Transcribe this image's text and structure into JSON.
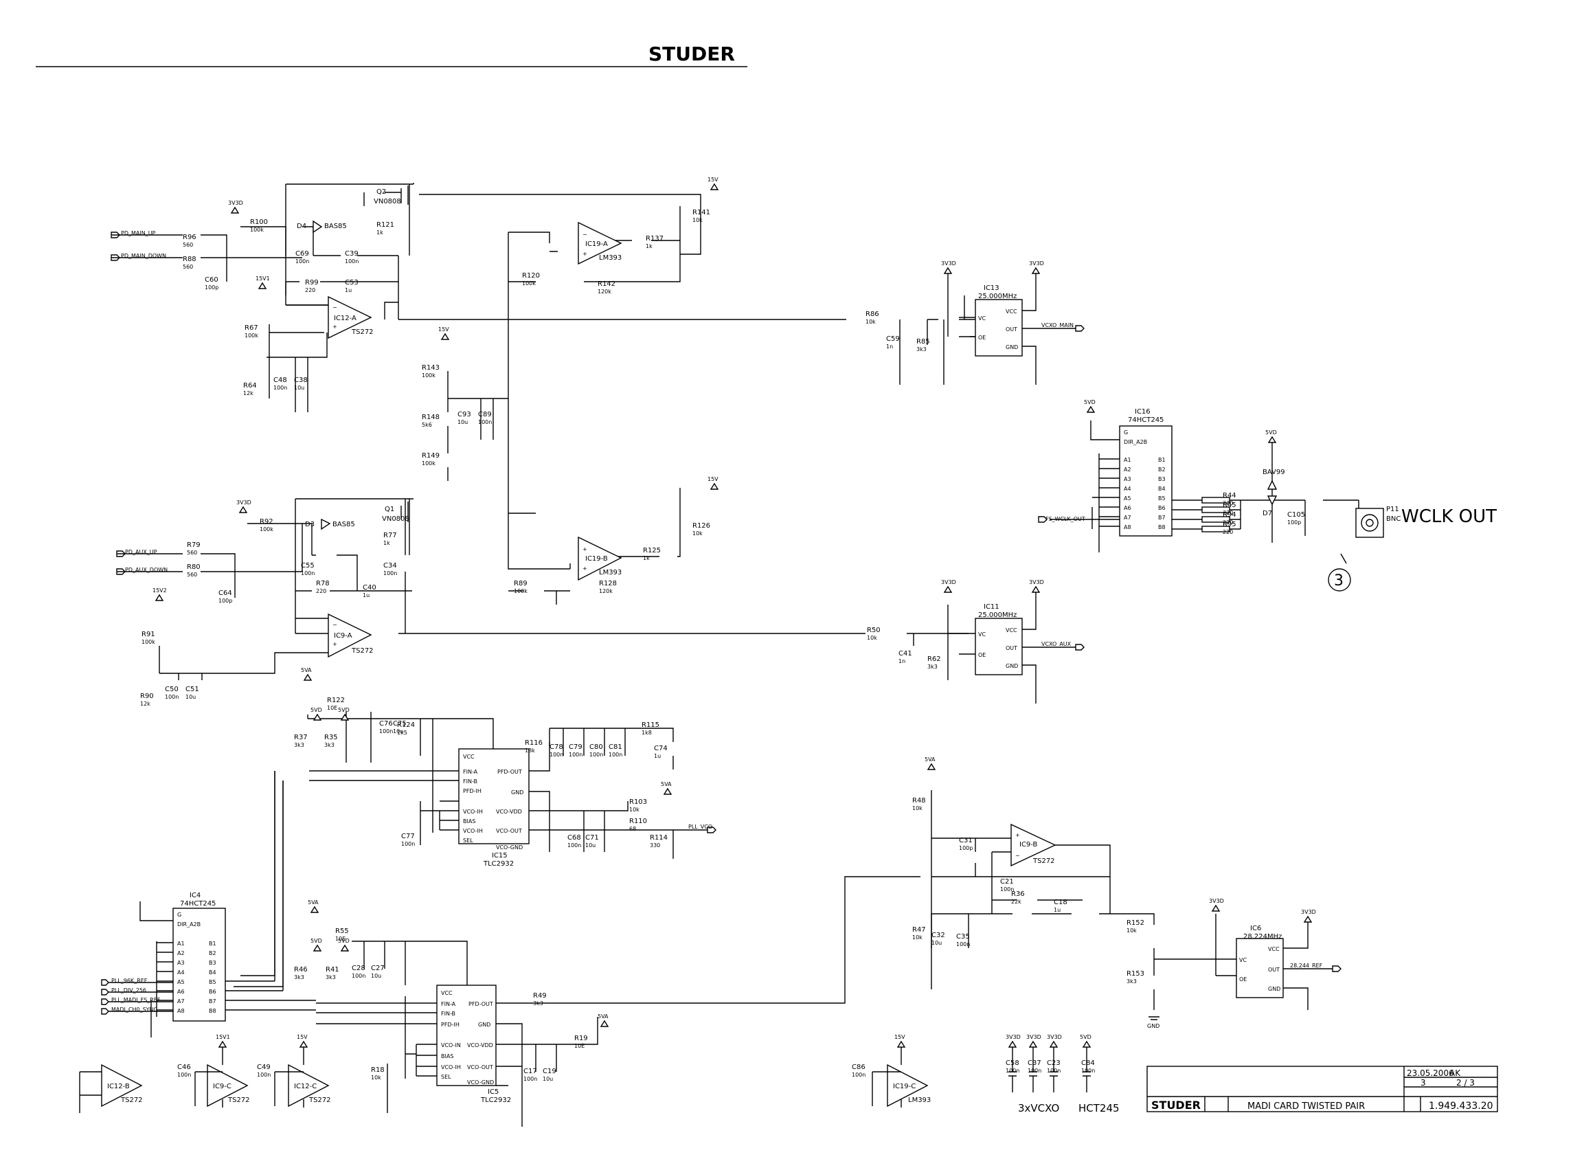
{
  "header": {
    "brand": "STUDER"
  },
  "opamps": [
    {
      "ref": "IC19-A",
      "type": "LM393"
    },
    {
      "ref": "IC12-A",
      "type": "TS272"
    },
    {
      "ref": "IC19-B",
      "type": "LM393"
    },
    {
      "ref": "IC9-A",
      "type": "TS272"
    },
    {
      "ref": "IC9-B",
      "type": "TS272"
    },
    {
      "ref": "IC12-B",
      "type": "TS272"
    },
    {
      "ref": "IC9-C",
      "type": "TS272"
    },
    {
      "ref": "IC12-C",
      "type": "TS272"
    },
    {
      "ref": "IC19-C",
      "type": "LM393"
    }
  ],
  "oscillators": [
    {
      "ref": "IC13",
      "freq": "25.000MHz",
      "pins": [
        "VC",
        "OE",
        "VCC",
        "OUT",
        "GND"
      ],
      "net": "VCXO_MAIN"
    },
    {
      "ref": "IC11",
      "freq": "25.000MHz",
      "pins": [
        "VC",
        "OE",
        "VCC",
        "OUT",
        "GND"
      ],
      "net": "VCXO_AUX"
    },
    {
      "ref": "IC6",
      "freq": "28.224MHz",
      "pins": [
        "VC",
        "OE",
        "VCC",
        "OUT",
        "GND"
      ],
      "net": "28.244_REF"
    }
  ],
  "pll_chips": [
    {
      "ref": "IC15",
      "type": "TLC2932",
      "left": [
        "VCC",
        "FIN-A",
        "FIN-B",
        "PFD-IH",
        "VCO-IH",
        "BIAS",
        "VCO-IH",
        "SEL"
      ],
      "right": [
        "PFD-OUT",
        "GND",
        "VCO-VDD",
        "VCO-OUT",
        "VCO-GND"
      ]
    },
    {
      "ref": "IC5",
      "type": "TLC2932",
      "left": [
        "VCC",
        "FIN-A",
        "FIN-B",
        "PFD-IH",
        "VCO-IN",
        "BIAS",
        "VCO-IH",
        "SEL"
      ],
      "right": [
        "PFD-OUT",
        "GND",
        "VCO-VDD",
        "VCO-OUT",
        "VCO-GND"
      ]
    }
  ],
  "buffers": [
    {
      "ref": "IC16",
      "type": "74HCT245",
      "ctrl": [
        "G",
        "DIR_A2B"
      ],
      "a": [
        "A1",
        "A2",
        "A3",
        "A4",
        "A5",
        "A6",
        "A7",
        "A8"
      ],
      "b": [
        "B1",
        "B2",
        "B3",
        "B4",
        "B5",
        "B6",
        "B7",
        "B8"
      ]
    },
    {
      "ref": "IC4",
      "type": "74HCT245",
      "ctrl": [
        "G",
        "DIR_A2B"
      ],
      "a": [
        "A1",
        "A2",
        "A3",
        "A4",
        "A5",
        "A6",
        "A7",
        "A8"
      ],
      "b": [
        "B1",
        "B2",
        "B3",
        "B4",
        "B5",
        "B6",
        "B7",
        "B8"
      ]
    }
  ],
  "transistors": [
    {
      "ref": "Q2",
      "type": "VN0808"
    },
    {
      "ref": "Q1",
      "type": "VN0808"
    }
  ],
  "diodes": [
    {
      "ref": "D4",
      "type": "BAS85"
    },
    {
      "ref": "D3",
      "type": "BAS85"
    },
    {
      "ref": "D7",
      "type": "BAV99"
    }
  ],
  "components": [
    {
      "ref": "R96",
      "val": "560"
    },
    {
      "ref": "R88",
      "val": "560"
    },
    {
      "ref": "R100",
      "val": "100k"
    },
    {
      "ref": "C69",
      "val": "100n"
    },
    {
      "ref": "C39",
      "val": "100n"
    },
    {
      "ref": "R121",
      "val": "1k"
    },
    {
      "ref": "R99",
      "val": "220"
    },
    {
      "ref": "C53",
      "val": "1u"
    },
    {
      "ref": "C60",
      "val": "100p"
    },
    {
      "ref": "R67",
      "val": "100k"
    },
    {
      "ref": "R64",
      "val": "12k"
    },
    {
      "ref": "C48",
      "val": "100n"
    },
    {
      "ref": "C38",
      "val": "10u"
    },
    {
      "ref": "R120",
      "val": "100k"
    },
    {
      "ref": "R142",
      "val": "120k"
    },
    {
      "ref": "R137",
      "val": "1k"
    },
    {
      "ref": "R141",
      "val": "10k"
    },
    {
      "ref": "R143",
      "val": "100k"
    },
    {
      "ref": "R148",
      "val": "5k6"
    },
    {
      "ref": "C93",
      "val": "10u"
    },
    {
      "ref": "C89",
      "val": "100n"
    },
    {
      "ref": "R149",
      "val": "100k"
    },
    {
      "ref": "R86",
      "val": "10k"
    },
    {
      "ref": "C59",
      "val": "1n"
    },
    {
      "ref": "R85",
      "val": "3k3"
    },
    {
      "ref": "R92",
      "val": "100k"
    },
    {
      "ref": "R77",
      "val": "1k"
    },
    {
      "ref": "R79",
      "val": "560"
    },
    {
      "ref": "R80",
      "val": "560"
    },
    {
      "ref": "C55",
      "val": "100n"
    },
    {
      "ref": "C34",
      "val": "100n"
    },
    {
      "ref": "R78",
      "val": "220"
    },
    {
      "ref": "C40",
      "val": "1u"
    },
    {
      "ref": "C64",
      "val": "100p"
    },
    {
      "ref": "R91",
      "val": "100k"
    },
    {
      "ref": "R90",
      "val": "12k"
    },
    {
      "ref": "C50",
      "val": "100n"
    },
    {
      "ref": "C51",
      "val": "10u"
    },
    {
      "ref": "R89",
      "val": "100k"
    },
    {
      "ref": "R128",
      "val": "120k"
    },
    {
      "ref": "R125",
      "val": "1k"
    },
    {
      "ref": "R126",
      "val": "10k"
    },
    {
      "ref": "R50",
      "val": "10k"
    },
    {
      "ref": "C41",
      "val": "1n"
    },
    {
      "ref": "R62",
      "val": "3k3"
    },
    {
      "ref": "R44",
      "val": "220"
    },
    {
      "ref": "R45",
      "val": "220"
    },
    {
      "ref": "R94",
      "val": "220"
    },
    {
      "ref": "R95",
      "val": "220"
    },
    {
      "ref": "C105",
      "val": "100p"
    },
    {
      "ref": "R122",
      "val": "10E"
    },
    {
      "ref": "R37",
      "val": "3k3"
    },
    {
      "ref": "R35",
      "val": "3k3"
    },
    {
      "ref": "C76",
      "val": "100n"
    },
    {
      "ref": "C75",
      "val": "10u"
    },
    {
      "ref": "R124",
      "val": "1k5"
    },
    {
      "ref": "R116",
      "val": "18k"
    },
    {
      "ref": "C78",
      "val": "100n"
    },
    {
      "ref": "C79",
      "val": "100n"
    },
    {
      "ref": "C80",
      "val": "100n"
    },
    {
      "ref": "C81",
      "val": "100n"
    },
    {
      "ref": "R115",
      "val": "1k8"
    },
    {
      "ref": "C74",
      "val": "1u"
    },
    {
      "ref": "R103",
      "val": "10k"
    },
    {
      "ref": "R110",
      "val": "68"
    },
    {
      "ref": "R114",
      "val": "330"
    },
    {
      "ref": "C77",
      "val": "100n"
    },
    {
      "ref": "C68",
      "val": "100n"
    },
    {
      "ref": "C71",
      "val": "10u"
    },
    {
      "ref": "R48",
      "val": "10k"
    },
    {
      "ref": "C31",
      "val": "100p"
    },
    {
      "ref": "C21",
      "val": "100n"
    },
    {
      "ref": "R36",
      "val": "22k"
    },
    {
      "ref": "C18",
      "val": "1u"
    },
    {
      "ref": "R47",
      "val": "10k"
    },
    {
      "ref": "C32",
      "val": "10u"
    },
    {
      "ref": "C35",
      "val": "100n"
    },
    {
      "ref": "R152",
      "val": "10k"
    },
    {
      "ref": "R153",
      "val": "3k3"
    },
    {
      "ref": "R55",
      "val": "10E"
    },
    {
      "ref": "R46",
      "val": "3k3"
    },
    {
      "ref": "R41",
      "val": "3k3"
    },
    {
      "ref": "C28",
      "val": "100n"
    },
    {
      "ref": "C27",
      "val": "10u"
    },
    {
      "ref": "R49",
      "val": "3k3"
    },
    {
      "ref": "R19",
      "val": "10E"
    },
    {
      "ref": "R18",
      "val": "10k"
    },
    {
      "ref": "C17",
      "val": "100n"
    },
    {
      "ref": "C19",
      "val": "10u"
    },
    {
      "ref": "C46",
      "val": "100n"
    },
    {
      "ref": "C49",
      "val": "100n"
    },
    {
      "ref": "C86",
      "val": "100n"
    },
    {
      "ref": "C58",
      "val": "100n"
    },
    {
      "ref": "C37",
      "val": "100n"
    },
    {
      "ref": "C23",
      "val": "100n"
    },
    {
      "ref": "C84",
      "val": "100n"
    }
  ],
  "nets": {
    "pd_main_up": "PD_MAIN_UP",
    "pd_main_down": "PD_MAIN_DOWN",
    "pd_aux_up": "PD_AUX_UP",
    "pd_aux_down": "PD_AUX_DOWN",
    "vcxo_main": "VCXO_MAIN",
    "vcxo_aux": "VCXO_AUX",
    "fs_wclk_out": "FS_WCLK_OUT",
    "pll_vco": "PLL_VCO",
    "ref_28": "28.244_REF",
    "pll_96k_ref": "PLL_96K_REF",
    "pll_div_256": "PLL_DIV_256",
    "pll_madi_fs_ref": "PLL_MADI_FS_REF",
    "madi_ch0_sync": "MADI_CH0_SYNC"
  },
  "rails": [
    "3V3D",
    "15V",
    "15V1",
    "15V2",
    "5VD",
    "5VA",
    "GND"
  ],
  "connector": {
    "ref": "P11",
    "type": "BNC",
    "label": "WCLK OUT",
    "marker": "3"
  },
  "notes": {
    "vcxo": "3xVCXO",
    "hct": "HCT245"
  },
  "title_block": {
    "date": "23.05.2006",
    "initials": "AK",
    "sheet": "3",
    "page": "2 / 3",
    "title": "MADI CARD TWISTED PAIR",
    "doc_no": "1.949.433.20",
    "brand": "STUDER"
  }
}
